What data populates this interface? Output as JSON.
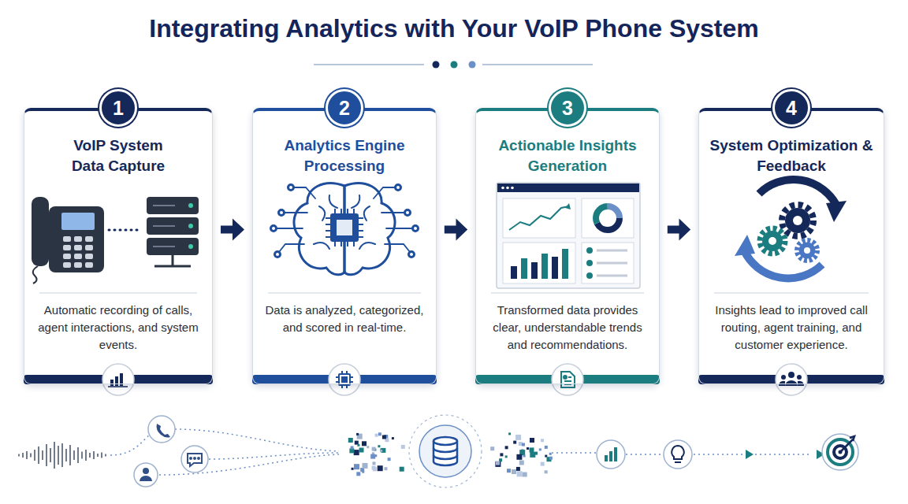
{
  "diagram": {
    "title": "Integrating Analytics with Your VoIP Phone System",
    "nodes": [
      {
        "text": [
          "VoIP System Data Capture",
          "Automatic recording of calls, agent interactions, and system events."
        ]
      },
      {
        "text": [
          "1"
        ],
        "in": 0
      },
      {
        "text": [
          "Analytics Engine Processing",
          "Data is analyzed, categorized, and scored in real-time."
        ]
      },
      {
        "text": [
          "2"
        ],
        "in": 2
      },
      {
        "text": [
          "Actionable Insights Generation",
          "Transformed data provides clear, understandable trends and recommendations."
        ]
      },
      {
        "text": [
          "3"
        ],
        "in": 4
      },
      {
        "text": [
          "System Optimization & Feedback",
          "Insights lead to improved call routing, agent training, and customer experience."
        ]
      },
      {
        "text": [
          "4"
        ],
        "in": 6
      }
    ],
    "edges": [
      {
        "from": 0,
        "to": 2,
        "arrow": "to"
      },
      {
        "from": 2,
        "to": 4,
        "arrow": "to"
      },
      {
        "from": 4,
        "to": 6,
        "arrow": "to"
      }
    ]
  }
}
